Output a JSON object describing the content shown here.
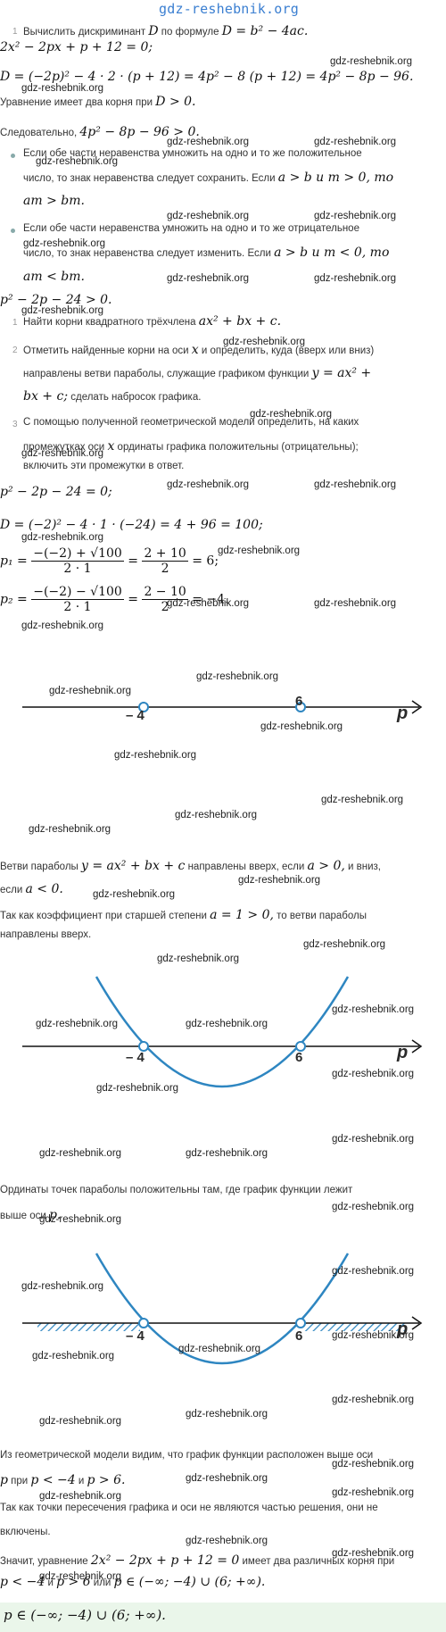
{
  "header": {
    "site": "gdz-reshebnik.org"
  },
  "watermark": "gdz-reshebnik.org",
  "lines": {
    "l1_num": "1",
    "l1_text": "Вычислить дискриминант",
    "l1_by": "по формуле",
    "l1_formula": "D = b² − 4ac.",
    "eq1": "2x² − 2px + p + 12 = 0;",
    "eq2": "D = (−2p)² − 4 · 2 · (p + 12) = 4p² − 8 (p + 12) = 4p² − 8p − 96.",
    "two_roots": "Уравнение имеет два корня при",
    "two_roots_cond": "D > 0.",
    "therefore": "Следовательно,",
    "therefore_ineq": "4p² − 8p − 96 > 0.",
    "b1a": "Если обе части неравенства умножить на одно и то же положительное",
    "b1b": "число, то знак неравенства следует сохранить. Если",
    "b1b_cond": "a > b и m > 0, то",
    "b1c": "am > bm.",
    "b2a": "Если обе части неравенства умножить на одно и то же отрицательное",
    "b2b": "число, то знак неравенства следует изменить. Если",
    "b2b_cond": "a > b и m < 0, то",
    "b2c": "am < bm.",
    "ineq2": "p² − 2p − 24 > 0.",
    "s1_num": "1",
    "s1": "Найти корни квадратного трёхчлена",
    "s1_f": "ax² + bx + c.",
    "s2_num": "2",
    "s2a": "Отметить найденные корни на оси",
    "s2a_b": "и определить, куда (вверх или вниз)",
    "s2b": "направлены ветви параболы, служащие графиком функции",
    "s2b_f": "y = ax² +",
    "s2c_f": "bx + c;",
    "s2c": "сделать набросок графика.",
    "s3_num": "3",
    "s3a": "С помощью полученной геометрической модели определить, на каких",
    "s3b": "промежутках оси",
    "s3b_b": "ординаты графика положительны (отрицательны);",
    "s3c": "включить эти промежутки в ответ.",
    "eq3": "p² − 2p − 24 = 0;",
    "eq4": "D = (−2)² − 4 · 1 · (−24) = 4 + 96 = 100;",
    "p1_lhs": "p₁ =",
    "p1_num": "−(−2) + √100",
    "p1_den": "2 · 1",
    "p1_eq": "=",
    "p1_num2": "2 + 10",
    "p1_den2": "2",
    "p1_res": "= 6;",
    "p2_lhs": "p₂ =",
    "p2_num": "−(−2) − √100",
    "p2_den": "2 · 1",
    "p2_eq": "=",
    "p2_num2": "2 − 10",
    "p2_den2": "2",
    "p2_res": "= −4.",
    "branches_a": "Ветви параболы",
    "branches_f": "y = ax² + bx + c",
    "branches_b": "направлены вверх, если",
    "branches_c1": "a > 0,",
    "branches_c2": "и вниз,",
    "branches_d": "если",
    "branches_d_f": "a < 0.",
    "coef_a": "Так как коэффициент при старшей степени",
    "coef_f": "a = 1 > 0,",
    "coef_b": "то ветви параболы",
    "coef_c": "направлены вверх.",
    "ord_a": "Ординаты точек параболы положительны там, где график функции лежит",
    "ord_b": "выше оси",
    "ord_b_f": "p.",
    "geo_a": "Из геометрической модели видим, что график функции расположен выше оси",
    "geo_b1": "при",
    "geo_b_f1": "p < −4",
    "geo_b2": "и",
    "geo_b_f2": "p > 6.",
    "pts_a": "Так как точки пересечения графика и оси не являются частью решения, они не",
    "pts_b": "включены.",
    "concl_a": "Значит, уравнение",
    "concl_f": "2x² − 2px + p + 12 = 0",
    "concl_b": "имеет два различных корня при",
    "concl_c_f1": "p < −4",
    "concl_c1": "и",
    "concl_c_f2": "p > 6",
    "concl_c2": "или",
    "concl_c_f3": "p ∈ (−∞; −4) ∪ (6; +∞).",
    "answer": "p ∈ (−∞; −4) ∪ (6; +∞)."
  },
  "var_D": "D",
  "var_x": "x",
  "var_p": "p",
  "graph": {
    "root_left": "– 4",
    "root_right": "6",
    "axis_label": "p"
  },
  "colors": {
    "accent": "#2e86c1",
    "answer_bg": "#eaf6ea",
    "header": "#3b7fd1"
  }
}
